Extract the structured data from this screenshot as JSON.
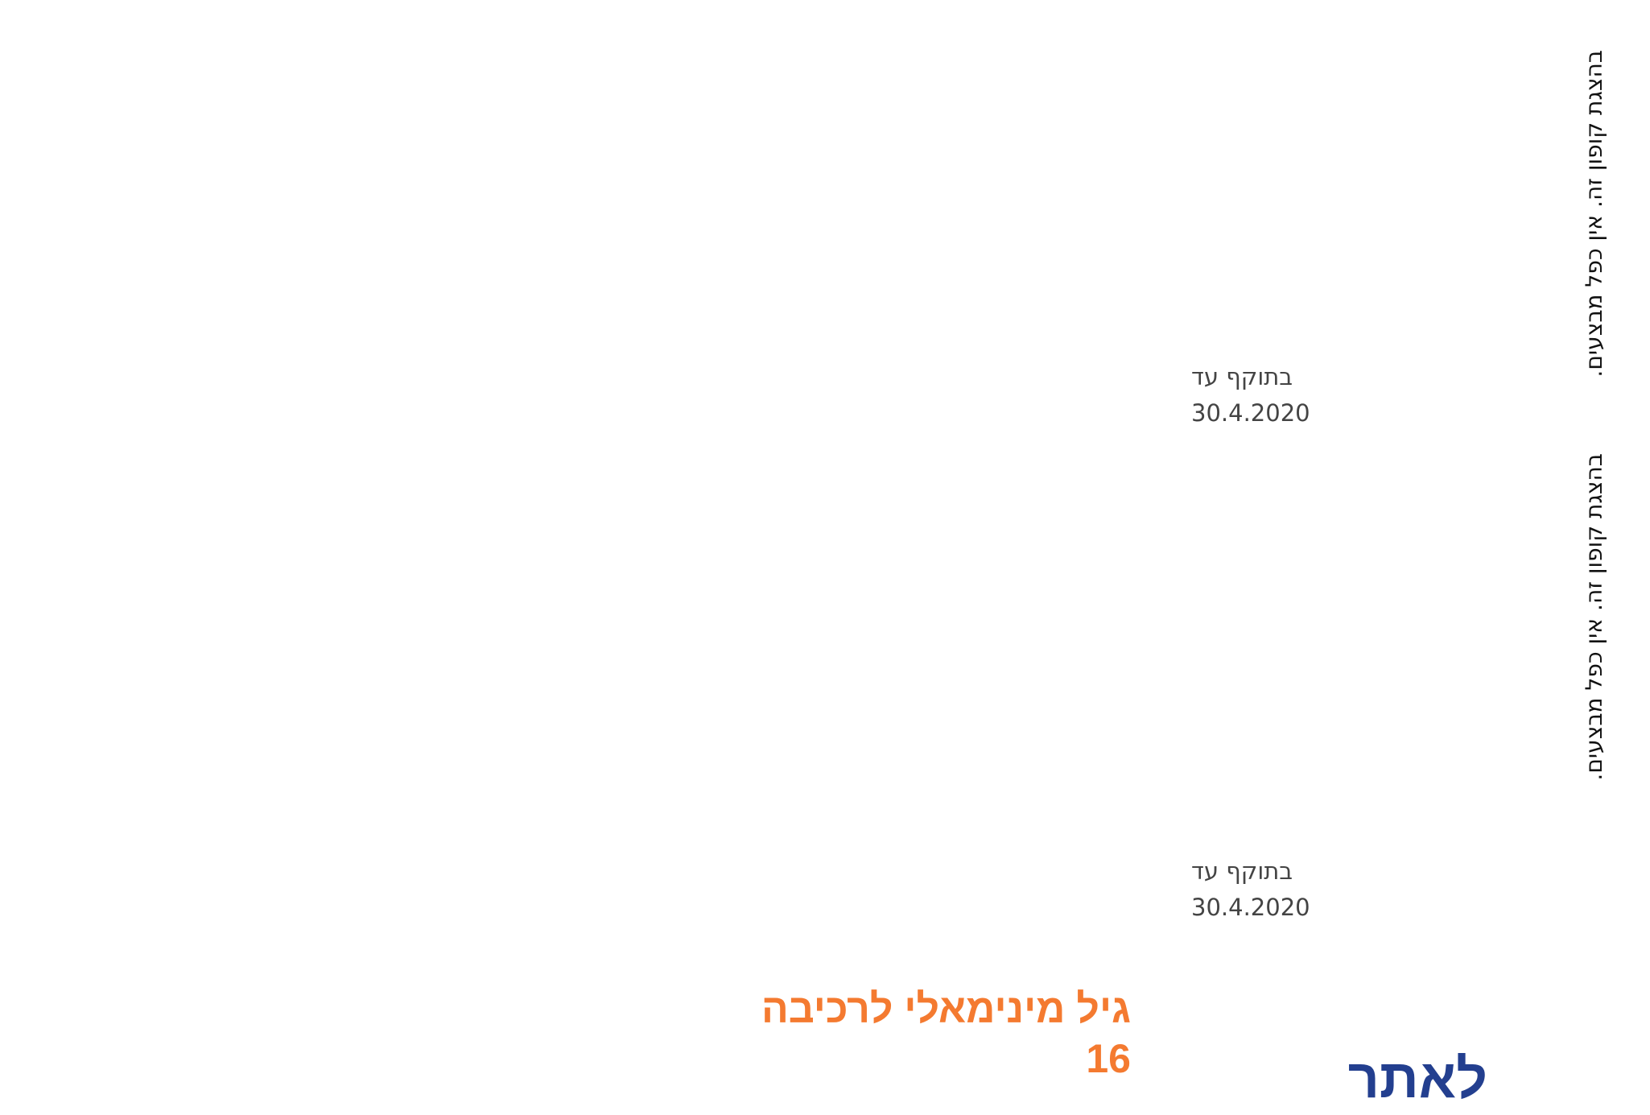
{
  "coupons": [
    {
      "valid_label": "בתוקף עד",
      "valid_date": "30.4.2020"
    },
    {
      "valid_label": "בתוקף עד",
      "valid_date": "30.4.2020"
    }
  ],
  "terms": [
    "בהצגת קופון זה. אין כפל מבצעים.",
    "בהצגת קופון זה. אין כפל מבצעים."
  ],
  "headline": "גיל מינימאלי לרכיבה 16",
  "site_link": "לאתר",
  "colors": {
    "headline": "#f47a30",
    "link": "#233f8f",
    "text": "#444444"
  }
}
